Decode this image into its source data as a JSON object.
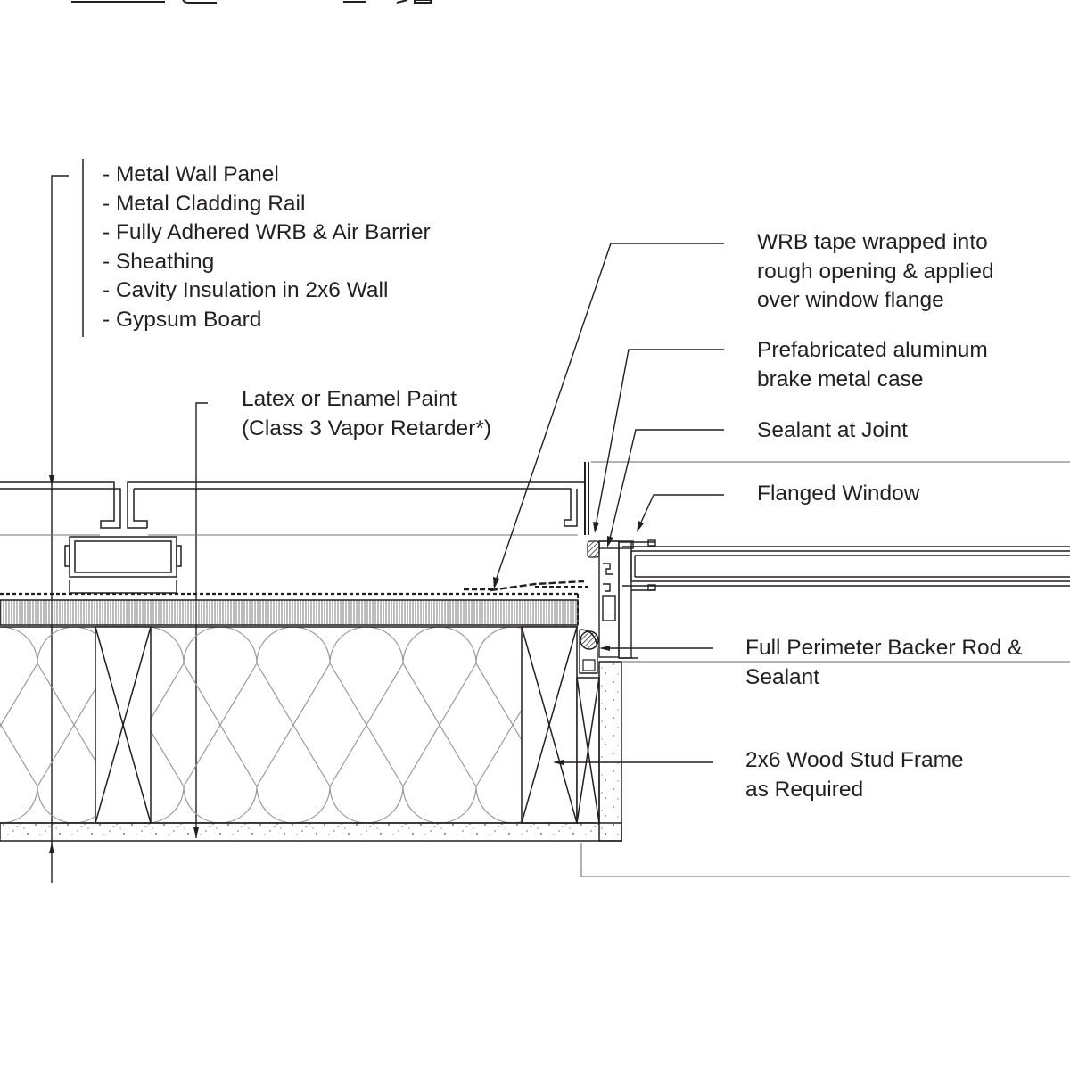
{
  "layer_list": [
    "- Metal Wall Panel",
    "- Metal Cladding Rail",
    "- Fully Adhered WRB & Air Barrier",
    "- Sheathing",
    "- Cavity Insulation in 2x6 Wall",
    "- Gypsum Board"
  ],
  "paint_note": [
    "Latex or Enamel Paint",
    "(Class 3 Vapor Retarder*)"
  ],
  "callouts": {
    "wrb_tape": [
      "WRB tape wrapped into",
      "rough opening & applied",
      "over window flange"
    ],
    "brake_metal": [
      "Prefabricated aluminum",
      "brake metal case"
    ],
    "sealant_joint": [
      "Sealant at Joint"
    ],
    "flanged_window": [
      "Flanged Window"
    ],
    "backer_rod": [
      "Full Perimeter Backer Rod &",
      "Sealant"
    ],
    "stud_frame": [
      "2x6 Wood Stud Frame",
      "as Required"
    ]
  },
  "colors": {
    "line": "#231f20",
    "thin": "#555555",
    "insul": "#9a9a9a"
  }
}
